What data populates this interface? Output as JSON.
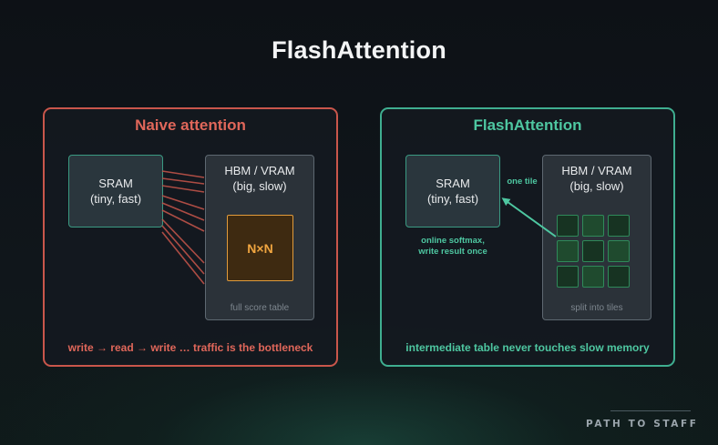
{
  "title": "FlashAttention",
  "left_panel": {
    "title": "Naive attention",
    "sram": {
      "line1": "SRAM",
      "line2": "(tiny, fast)"
    },
    "hbm": {
      "line1": "HBM / VRAM",
      "line2": "(big, slow)",
      "footer": "full score table"
    },
    "matrix_label": "N×N",
    "caption": "write → read → write … traffic is the bottleneck"
  },
  "right_panel": {
    "title": "FlashAttention",
    "sram": {
      "line1": "SRAM",
      "line2": "(tiny, fast)"
    },
    "hbm": {
      "line1": "HBM / VRAM",
      "line2": "(big, slow)",
      "footer": "split into tiles"
    },
    "arrow_label": "one tile",
    "sram_note_line1": "online softmax,",
    "sram_note_line2": "write result once",
    "caption": "intermediate table never touches slow memory"
  },
  "brand": "PATH TO STAFF",
  "colors": {
    "naive_accent": "#e0675a",
    "flash_accent": "#4ec7a1",
    "matrix_accent": "#f0a540"
  }
}
